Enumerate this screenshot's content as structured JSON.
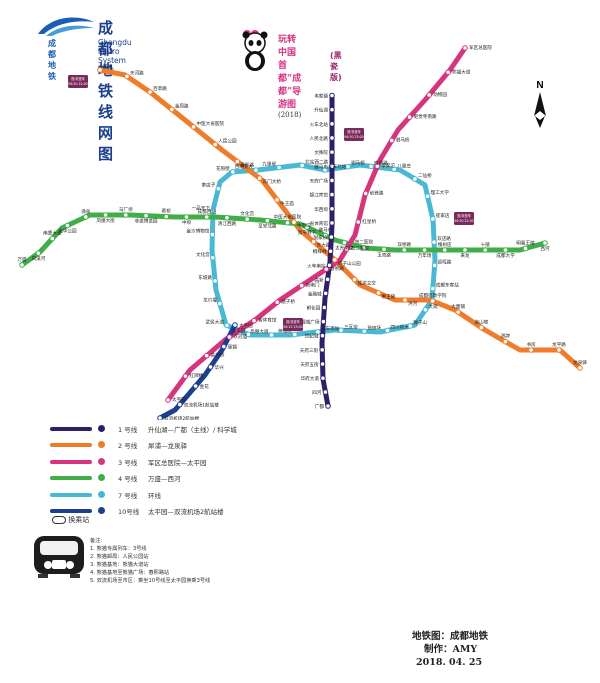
{
  "header": {
    "logo_text": "成都地铁",
    "title_cn": "成都地铁线网图",
    "title_en": "Chengdu Metro System Map",
    "subtitle": "玩转中国首都“成都”导游图",
    "subtitle_year": "(2018)",
    "edition": "(黑瓷版)"
  },
  "colors": {
    "line1": "#2f1f6b",
    "line2": "#f07b2a",
    "line3": "#d6357e",
    "line4": "#3fae49",
    "line7": "#49b8d2",
    "line10": "#1d3f8f",
    "transfer_box": "#7a2a5a"
  },
  "legend": [
    {
      "line": "1 号线",
      "range": "升仙湖—广都（主线）/ 科学城",
      "color": "#2f1f6b"
    },
    {
      "line": "2 号线",
      "range": "犀浦—龙泉驿",
      "color": "#f07b2a"
    },
    {
      "line": "3 号线",
      "range": "军区总医院—太平园",
      "color": "#d6357e"
    },
    {
      "line": "4 号线",
      "range": "万盛—西河",
      "color": "#3fae49"
    },
    {
      "line": "7 号线",
      "range": "环线",
      "color": "#49b8d2"
    },
    {
      "line": "10号线",
      "range": "太平园—双流机场2航站楼",
      "color": "#1d3f8f"
    }
  ],
  "legend_transfer": "换乘站",
  "notes": [
    "备注：",
    "1. 熊猫专属列车：3号线",
    "2. 熊猫邮局：人民公园站",
    "3. 熊猫基地：熊猫大道站",
    "4. 熊猫基地至熊猫广场：春熙路站",
    "5. 双流机场至市区：乘坐10号线至太平园换乘3号线"
  ],
  "credit": {
    "line1": "地铁图：成都地铁",
    "line2": "制作：AMY",
    "line3": "2018. 04. 25"
  },
  "stations": {
    "l1": [
      "韦家碾",
      "升仙湖",
      "火车北站",
      "人民北路",
      "文殊院",
      "骡马市",
      "天府广场",
      "锦江宾馆",
      "华西坝",
      "省体育馆",
      "倪家桥",
      "桐梓林",
      "火车南站",
      "高新",
      "金融城",
      "孵化园",
      "锦城广场",
      "世纪城",
      "天府三街",
      "天府五街",
      "华府大道",
      "四河",
      "广都"
    ],
    "l2": [
      "犀浦",
      "天河路",
      "百草路",
      "金周路",
      "中医大省医院",
      "人民公园",
      "春熙路",
      "东门大桥",
      "牛王庙",
      "牛市口",
      "东大路",
      "塔子山公园",
      "成渝立交",
      "惠王陵",
      "洪河",
      "成都行政学院",
      "大面铺",
      "连山坡",
      "界牌",
      "书房",
      "龙平路",
      "龙泉驿"
    ],
    "l3": [
      "军区总医院",
      "熊猫大道",
      "动物园",
      "昭觉寺南路",
      "驷马桥",
      "李家沱",
      "前锋路",
      "红星桥",
      "市二医院",
      "春熙路",
      "新南门",
      "磨子桥",
      "省体育馆",
      "衣冠庙",
      "高升桥",
      "红牌楼",
      "太平园"
    ],
    "l4": [
      "万盛",
      "凤溪河",
      "南熏大道",
      "光华公园",
      "涌泉",
      "凤凰大街",
      "马厂坝",
      "非遗博览园",
      "蔡桥",
      "中坝",
      "成都西站",
      "清江西路",
      "文化宫",
      "草堂北路",
      "中医大省医院",
      "宽窄巷子",
      "骡马市",
      "太升南路",
      "市二医院",
      "玉双路",
      "双桥路",
      "万年场",
      "槐树店",
      "来龙",
      "十陵",
      "成都大学",
      "明蜀王陵",
      "西河"
    ],
    "l7": [
      "火车北站",
      "北站西二路",
      "九里堤",
      "西南交大",
      "花照壁",
      "茶店子",
      "一品天下",
      "金沙博物馆",
      "文化宫",
      "东坡路",
      "龙爪堰",
      "武侯大道",
      "太平园",
      "高朋大道",
      "神仙树",
      "火车南站",
      "三瓦窑",
      "琉璃场",
      "四川师大",
      "狮子山",
      "大观",
      "成都东客站",
      "迎晖路",
      "双店路",
      "崔家店",
      "理工大学",
      "二仙桥",
      "八里庄",
      "府青路",
      "驷马桥"
    ],
    "l10": [
      "太平园",
      "簇锦",
      "华兴",
      "金花",
      "双流机场1航站楼",
      "双流机场2航站楼"
    ]
  },
  "transfer_boxes": [
    {
      "label": "首/末班车",
      "times": "06:30 22:00"
    },
    {
      "label": "首/末班车",
      "times": "06:30 23:00"
    },
    {
      "label": "首/末班车",
      "times": "06:15 23:00"
    },
    {
      "label": "首/末班车",
      "times": "06:30 22:30"
    }
  ]
}
